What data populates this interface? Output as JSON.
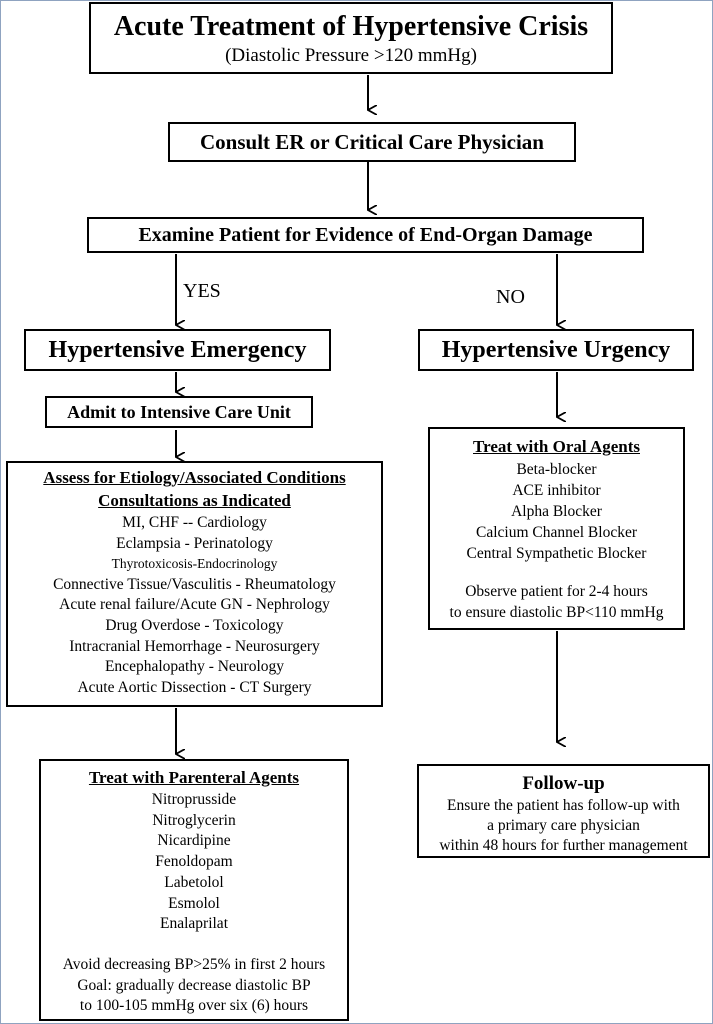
{
  "title": {
    "heading": "Acute Treatment of Hypertensive Crisis",
    "subheading": "(Diastolic Pressure >120 mmHg)"
  },
  "consult": "Consult ER or Critical Care Physician",
  "examine": "Examine Patient for Evidence of End-Organ Damage",
  "branch_labels": {
    "yes": "YES",
    "no": "NO"
  },
  "emergency": {
    "heading": "Hypertensive Emergency",
    "admit": "Admit to Intensive Care Unit",
    "assess": {
      "heading": "Assess for Etiology/Associated Conditions",
      "subheading": "Consultations as Indicated",
      "items": [
        "MI, CHF --  Cardiology",
        "Eclampsia  -  Perinatology",
        "Thyrotoxicosis-Endocrinology",
        "Connective Tissue/Vasculitis - Rheumatology",
        "Acute renal failure/Acute GN  -  Nephrology",
        "Drug Overdose - Toxicology",
        "Intracranial Hemorrhage - Neurosurgery",
        "Encephalopathy - Neurology",
        "Acute Aortic Dissection - CT Surgery"
      ]
    },
    "parenteral": {
      "heading": "Treat with Parenteral Agents",
      "agents": [
        "Nitroprusside",
        "Nitroglycerin",
        "Nicardipine",
        "Fenoldopam",
        "Labetolol",
        "Esmolol",
        "Enalaprilat"
      ],
      "notes": [
        "Avoid decreasing BP>25% in first 2 hours",
        "Goal: gradually decrease diastolic BP",
        "to 100-105 mmHg over six (6) hours"
      ]
    }
  },
  "urgency": {
    "heading": "Hypertensive Urgency",
    "oral": {
      "heading": "Treat with Oral Agents",
      "agents": [
        "Beta-blocker",
        "ACE inhibitor",
        "Alpha Blocker",
        "Calcium Channel Blocker",
        "Central Sympathetic Blocker"
      ],
      "notes": [
        "Observe patient for 2-4 hours",
        "to ensure diastolic BP<110 mmHg"
      ]
    },
    "followup": {
      "heading": "Follow-up",
      "lines": [
        "Ensure the patient has follow-up with",
        "a primary care physician",
        "within 48 hours for further management"
      ]
    }
  }
}
